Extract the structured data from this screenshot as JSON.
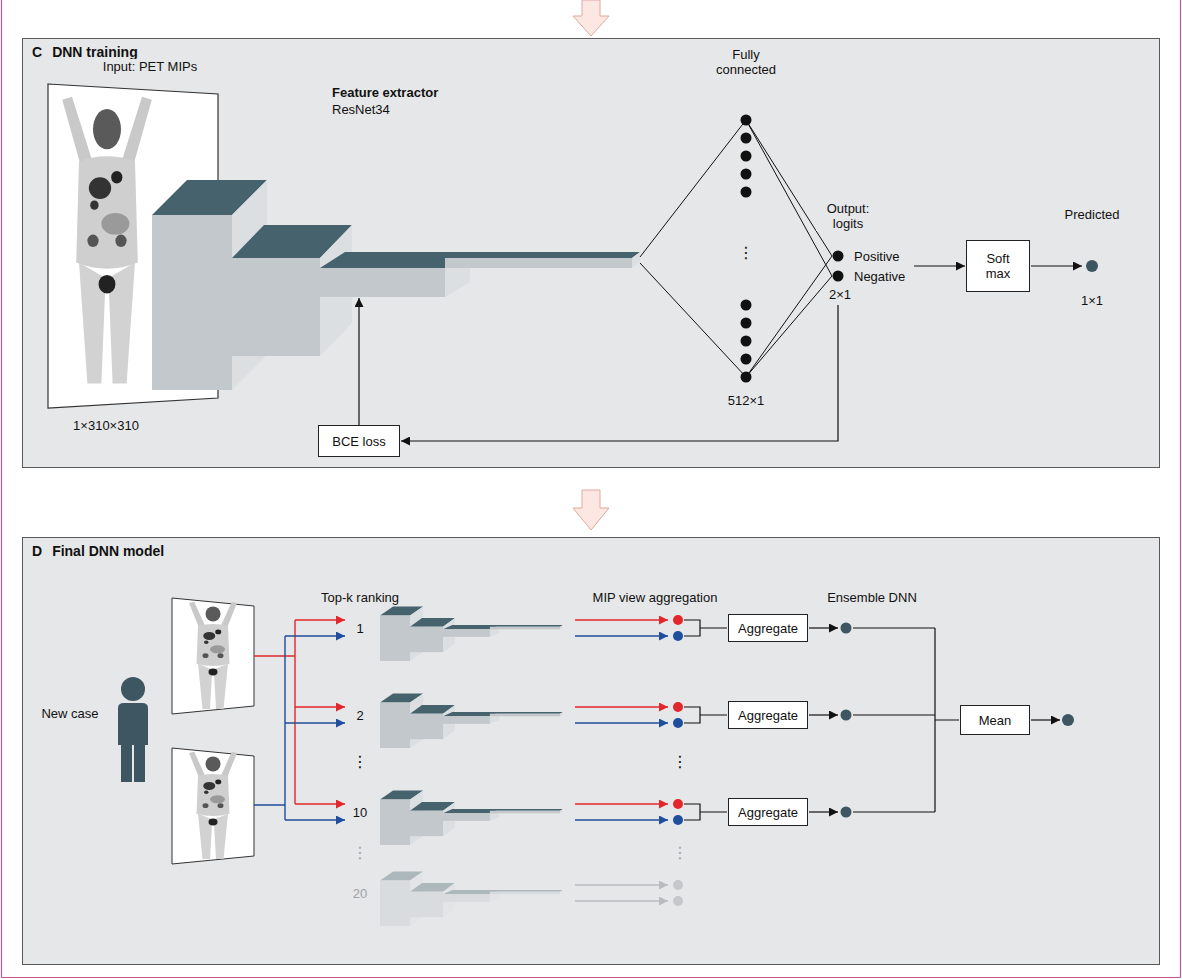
{
  "diagram": {
    "nodes": [
      {
        "text": [
          "C",
          "DNN training"
        ]
      },
      {
        "text": [
          "Feature extractor",
          "ResNet34"
        ],
        "in": 0
      },
      {
        "text": [
          "Soft max"
        ],
        "in": 0
      },
      {
        "text": [
          "BCE loss"
        ],
        "in": 0
      },
      {
        "text": [
          "D",
          "Final DNN model"
        ]
      },
      {
        "text": [
          "Aggregate"
        ],
        "in": 4
      },
      {
        "text": [
          "Aggregate"
        ],
        "in": 4
      },
      {
        "text": [
          "Aggregate"
        ],
        "in": 4
      },
      {
        "text": [
          "Mean"
        ],
        "in": 4
      }
    ],
    "edges": [
      {
        "from": 3,
        "to": 1,
        "arrow": "to"
      }
    ],
    "labels": [
      "Input: PET MIPs",
      "Fully connected",
      "Output: logits",
      "Positive",
      "Negative",
      "2×1",
      "Predicted",
      "⋮",
      "1×1",
      "1×310×310",
      "512×1",
      "Top-k ranking",
      "MIP view aggregation",
      "Ensemble DNN",
      "1",
      "2",
      "New case",
      "⋮",
      "⋮",
      "10",
      "⋮",
      "⋮",
      "20"
    ]
  }
}
